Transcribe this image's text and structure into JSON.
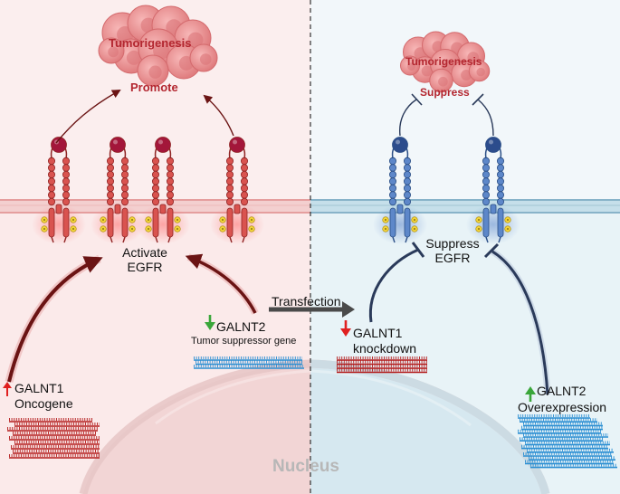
{
  "left": {
    "tumor_title": "Tumorigenesis",
    "tumor_effect": "Promote",
    "receptor_label_1": "Activate",
    "receptor_label_2": "EGFR",
    "galnt1_name": "GALNT1",
    "galnt1_role": "Oncogene",
    "galnt2_name": "GALNT2",
    "galnt2_role": "Tumor suppressor gene"
  },
  "center": {
    "transfection": "Transfection"
  },
  "right": {
    "tumor_title": "Tumorigenesis",
    "tumor_effect": "Suppress",
    "receptor_label_1": "Suppress",
    "receptor_label_2": "EGFR",
    "galnt1_name": "GALNT1",
    "galnt1_state": "knockdown",
    "galnt2_name": "GALNT2",
    "galnt2_state": "Overexpression"
  },
  "nucleus": "Nucleus",
  "colors": {
    "left_bg": "#fbeaea",
    "right_bg": "#e8f3f7",
    "red_receptor": "#d9534f",
    "red_head": "#a3163a",
    "blue_receptor": "#5d87c9",
    "blue_head": "#2c4c8c",
    "dark_arrow": "#6b1414",
    "navy_arrow": "#2a3a5a",
    "red_up_arrow": "#e02020",
    "green_arrow": "#3aa63a",
    "gene_red": "#b31b1b",
    "gene_blue": "#2a8ed2"
  }
}
